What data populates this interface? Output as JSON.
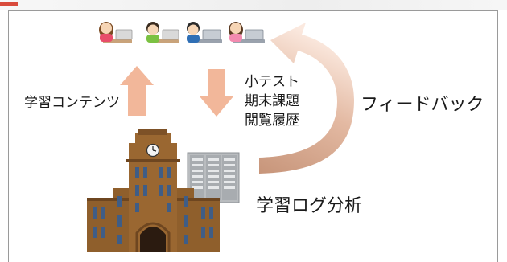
{
  "labels": {
    "content": "学習コンテンツ",
    "uploads": [
      "小テスト",
      "期末課題",
      "閲覧履歴"
    ],
    "feedback": "フィードバック",
    "log_analysis": "学習ログ分析"
  },
  "icons": {
    "students": [
      "student-girl-icon",
      "student-boy-icon",
      "student-boy-icon",
      "student-girl-icon"
    ],
    "university": "university-building-icon",
    "server": "server-rack-icon"
  },
  "colors": {
    "arrow": "#f2b79a",
    "feedback_arrow_dark": "#cf9a80",
    "feedback_arrow_light": "#f4dccd",
    "building": "#8f5f2c",
    "building_dark": "#6e4620",
    "window": "#3f5d86",
    "server": "#b9bcbf"
  }
}
